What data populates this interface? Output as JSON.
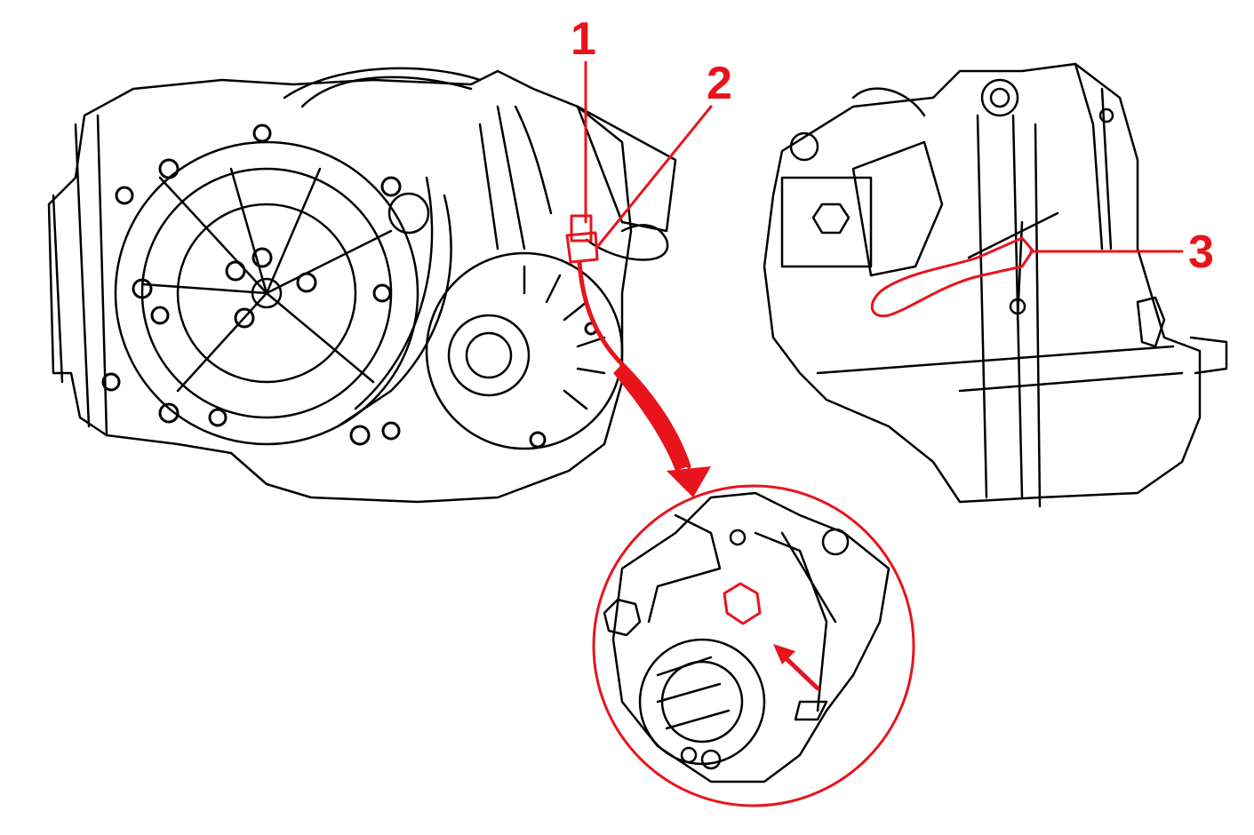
{
  "callouts": [
    {
      "number": "1"
    },
    {
      "number": "2"
    },
    {
      "number": "3"
    }
  ],
  "colors": {
    "accent": "#e8141c",
    "line": "#000000",
    "background": "#ffffff"
  }
}
